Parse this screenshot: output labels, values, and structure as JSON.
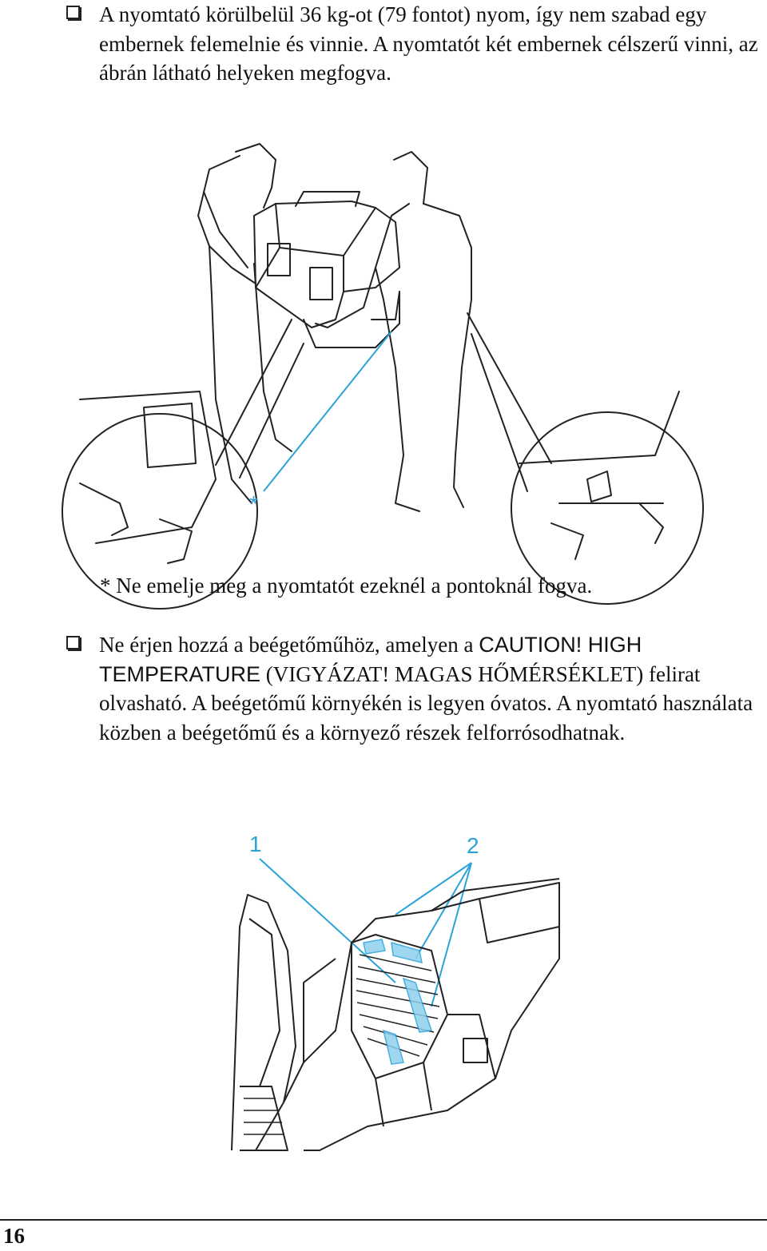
{
  "bullet1": {
    "text": "A nyomtató körülbelül 36 kg-ot (79 fontot) nyom, így nem szabad egy embernek felemelnie és vinnie. A nyomtatót két embernek célszerű vinni, az ábrán látható helyeken megfogva."
  },
  "figure1": {
    "marker": "*",
    "note": "* Ne emelje meg a nyomtatót ezeknél a pontoknál fogva."
  },
  "bullet2": {
    "text_a": "Ne érjen hozzá a beégetőműhöz, amelyen a ",
    "label_sans": "CAUTION! HIGH TEMPERATURE",
    "text_b": " (VIGYÁZAT! MAGAS HŐMÉRSÉKLET) felirat olvasható. A beégetőmű környékén is legyen óvatos. A nyomtató használata közben a beégetőmű és a környező részek felforrósodhatnak."
  },
  "figure2": {
    "label_1": "1",
    "label_2": "2"
  },
  "footer": {
    "page_number": "16"
  },
  "colors": {
    "callout": "#2aa3d8",
    "line": "#222222"
  }
}
